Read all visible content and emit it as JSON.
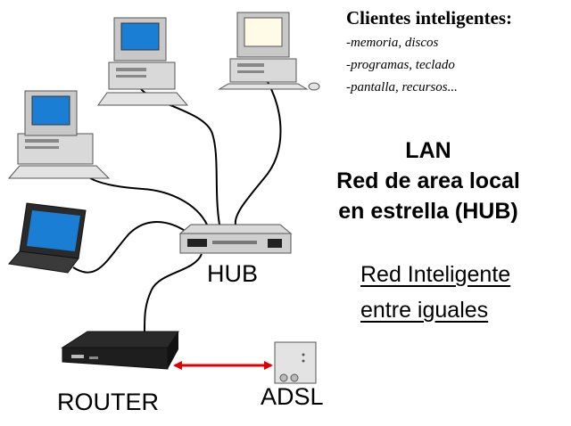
{
  "clients": {
    "title": "Clientes inteligentes:",
    "items": [
      "-memoria, discos",
      "-programas, teclado",
      "-pantalla, recursos..."
    ]
  },
  "lan": {
    "lines": [
      "LAN",
      "Red de area local",
      "en estrella (HUB)"
    ]
  },
  "peer": {
    "lines": [
      "Red Inteligente",
      "entre iguales"
    ]
  },
  "devices": {
    "hub": "HUB",
    "router": "ROUTER",
    "adsl": "ADSL"
  },
  "colors": {
    "link_arrow": "#e00000",
    "screen": "#1a7fd4",
    "case": "#d9d9d9",
    "device_dark": "#1e1e1e"
  }
}
